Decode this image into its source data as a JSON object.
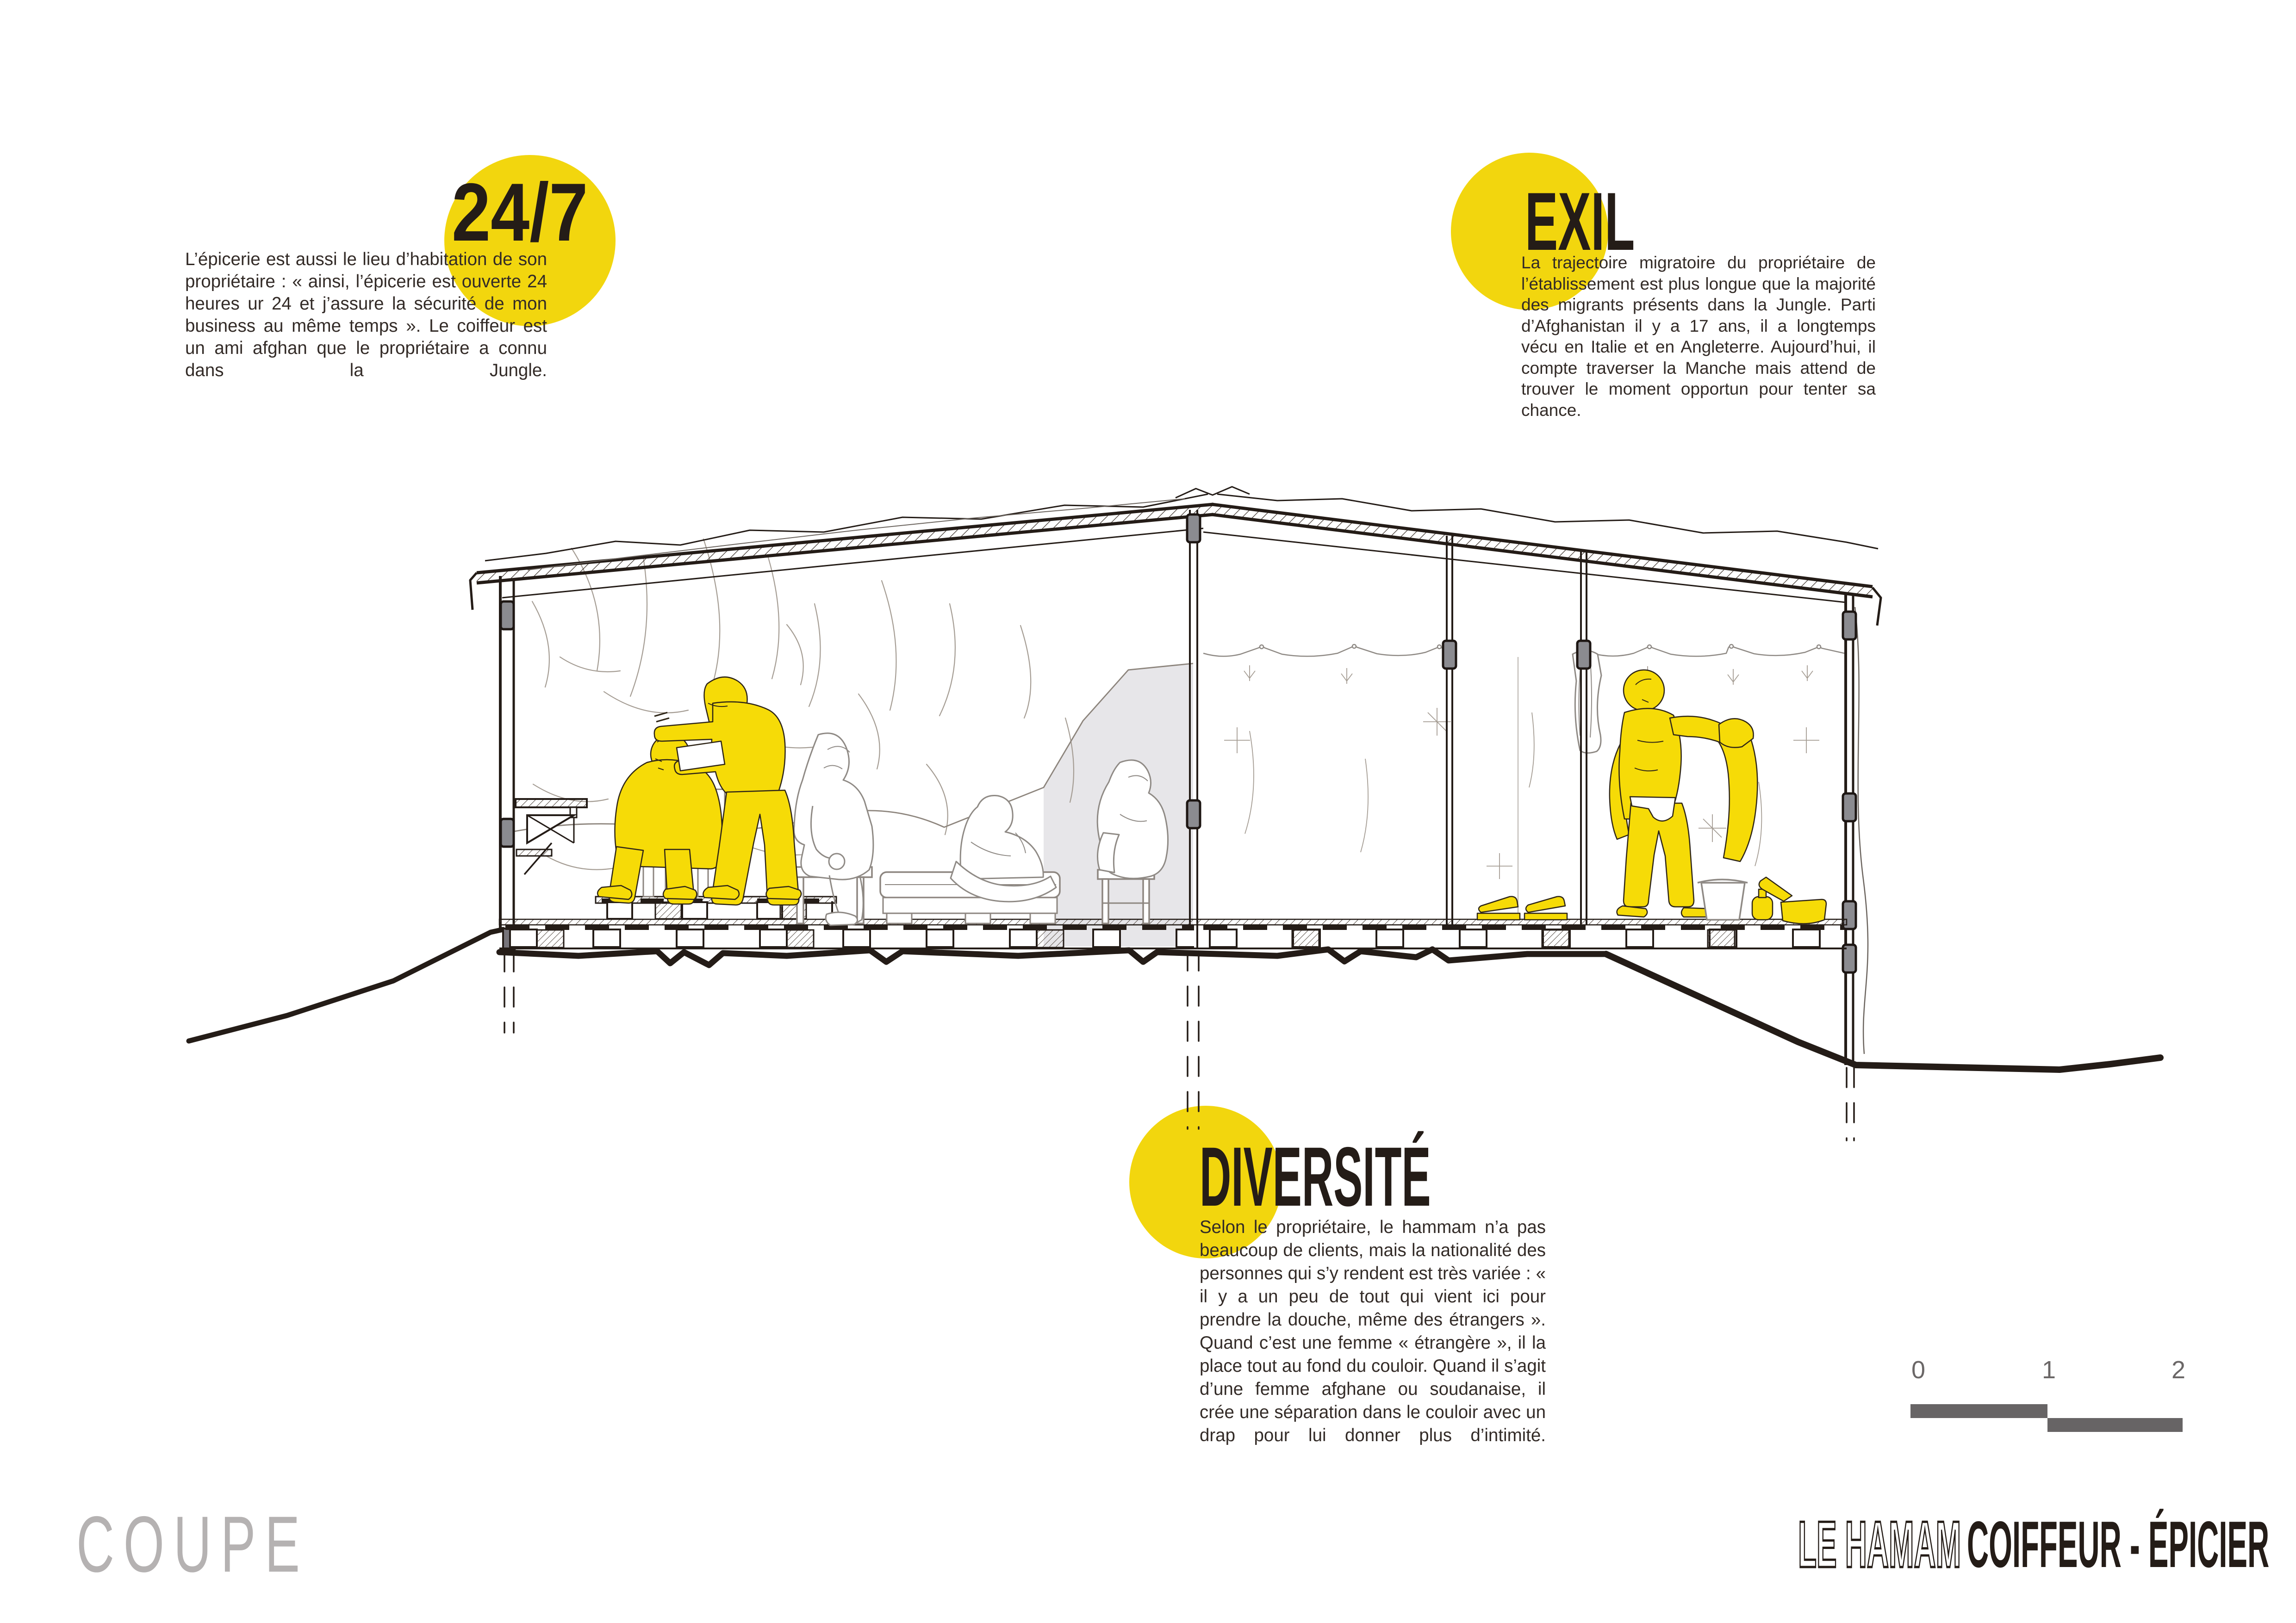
{
  "blocks": {
    "b247": {
      "heading": "24/7",
      "body": "L’épicerie est aussi le lieu d’habitation de son propriétaire : « ainsi, l’épicerie est ouverte 24 heures ur 24 et j’assure la sécurité de mon business au même temps ». Le coiffeur est un ami afghan que le propriétaire a connu dans la Jungle."
    },
    "exil": {
      "heading": "EXIL",
      "body": "La trajectoire migratoire du propriétaire de l’établissement est plus longue que la majorité des migrants présents dans la Jungle. Parti d’Afghanistan il y a 17 ans, il a longtemps vécu en Italie et en Angleterre. Aujourd’hui, il compte traverser la Manche mais attend de trouver le moment opportun pour tenter sa chance."
    },
    "diversite": {
      "heading": "DIVERSITÉ",
      "body": "Selon le propriétaire, le hammam n’a pas beaucoup de clients, mais la nationalité des personnes qui s’y rendent est très variée : « il y a un peu de tout qui vient ici pour prendre la douche, même des étrangers ». Quand c’est une femme « étrangère », il la place tout au fond du couloir. Quand il s’agit d’une femme afghane ou soudanaise, il crée une séparation dans le couloir avec un drap pour lui donner plus d’intimité."
    }
  },
  "scalebar": {
    "labels": [
      "0",
      "1",
      "2"
    ]
  },
  "footer": {
    "drawing_type": "COUPE",
    "title_outline": "LE HAMAM",
    "title_solid": "COIFFEUR - ÉPICIER"
  },
  "drawing": {
    "description": "Section (coupe) of a tarp-and-pallet shack in the Calais Jungle housing a hammam, barber and grocery",
    "highlight_color": "#F2D60E",
    "figure_color": "#F6DB07",
    "ink_color": "#241C17"
  }
}
